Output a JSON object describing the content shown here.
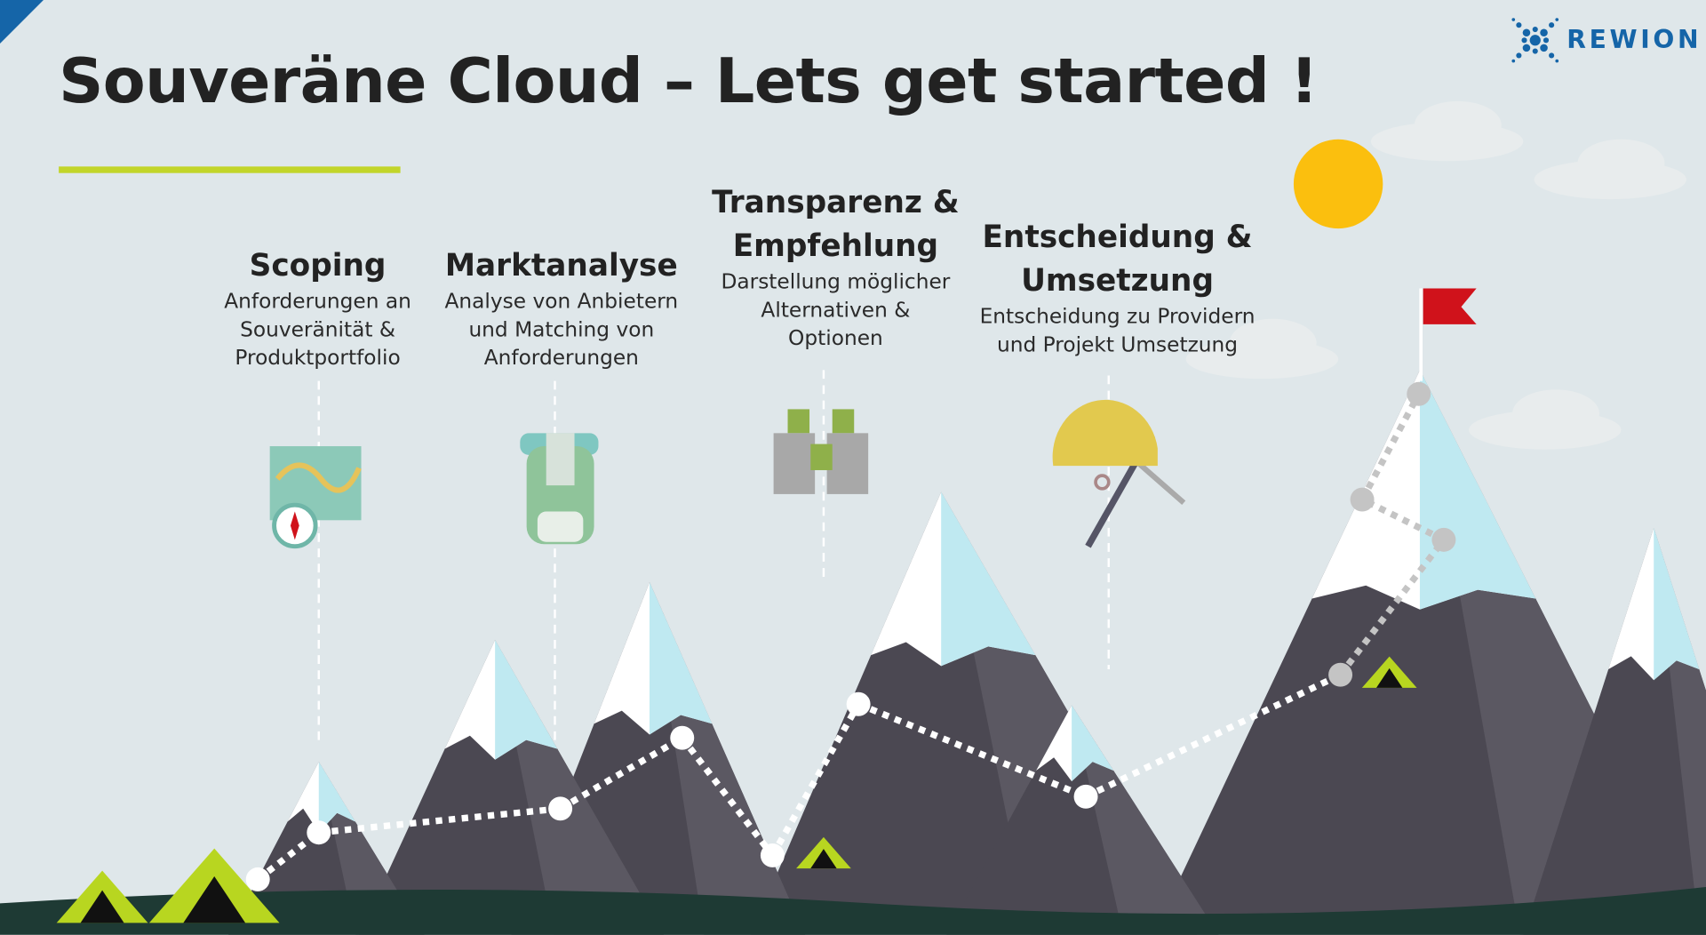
{
  "title": "Souveräne Cloud – Lets get started !",
  "logo": {
    "text": "REWION",
    "color": "#1565a8"
  },
  "colors": {
    "accent": "#c2d52a",
    "background": "#dfe7ea",
    "sun": "#fbbf0e",
    "flag": "#d0121b",
    "tent": "#b8d620"
  },
  "steps": [
    {
      "title_lines": [
        "Scoping"
      ],
      "desc_lines": [
        "Anforderungen an",
        "Souveränität &",
        "Produktportfolio"
      ],
      "icon": "map-compass-icon"
    },
    {
      "title_lines": [
        "Marktanalyse"
      ],
      "desc_lines": [
        "Analyse von Anbietern",
        "und Matching von",
        "Anforderungen"
      ],
      "icon": "backpack-icon"
    },
    {
      "title_lines": [
        "Transparenz &",
        "Empfehlung"
      ],
      "desc_lines": [
        "Darstellung möglicher",
        "Alternativen &",
        "Optionen"
      ],
      "icon": "binoculars-icon"
    },
    {
      "title_lines": [
        "Entscheidung &",
        "Umsetzung"
      ],
      "desc_lines": [
        "Entscheidung zu Providern",
        "und Projekt Umsetzung"
      ],
      "icon": "helmet-iceaxe-icon"
    }
  ]
}
